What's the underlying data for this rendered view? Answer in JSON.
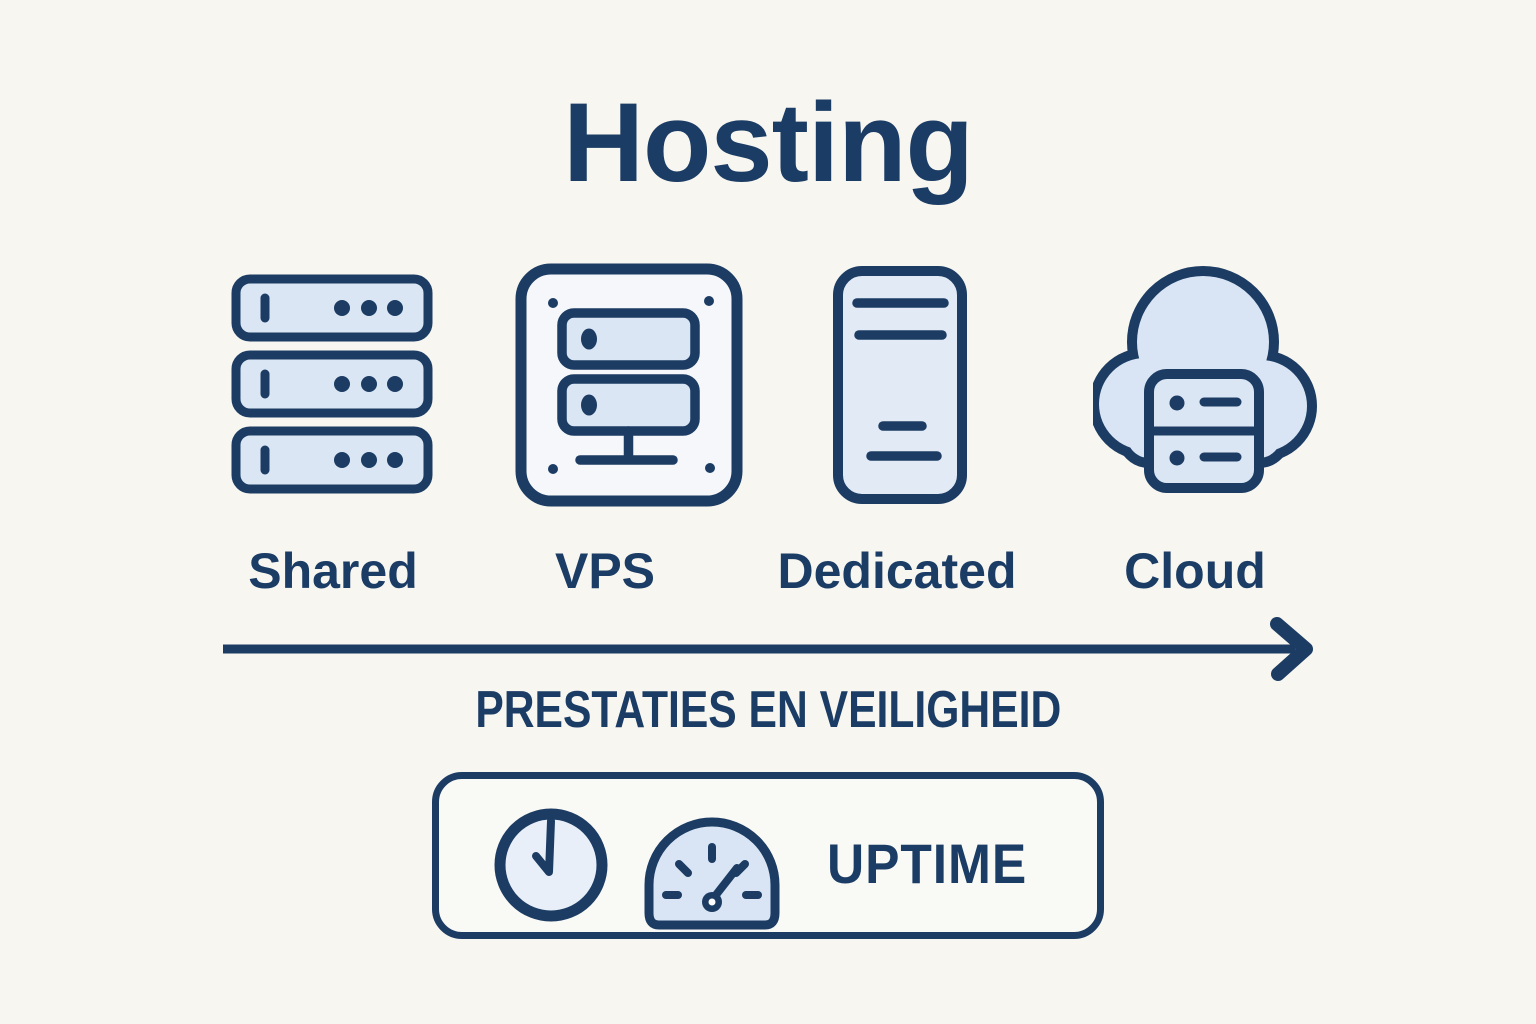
{
  "title": "Hosting",
  "hosting_types": [
    {
      "label": "Shared",
      "icon": "stacked-servers-icon"
    },
    {
      "label": "VPS",
      "icon": "rack-panel-icon"
    },
    {
      "label": "Dedicated",
      "icon": "tower-server-icon"
    },
    {
      "label": "Cloud",
      "icon": "cloud-server-icon"
    }
  ],
  "axis": {
    "label": "PRESTATIES EN VEILIGHEID",
    "direction": "right"
  },
  "uptime": {
    "label": "UPTIME",
    "icons": [
      "clock-icon",
      "speedometer-icon"
    ]
  },
  "colors": {
    "background": "#f7f6f1",
    "ink": "#1c3c63",
    "fill_light": "#dbe6f4",
    "fill_lighter": "#eef3fa",
    "panel": "#f9f9f5"
  }
}
